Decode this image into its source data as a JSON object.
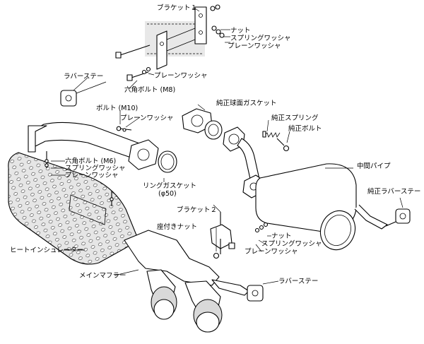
{
  "labels": {
    "bracket1": "ブラケット１",
    "nut_top": "ナット",
    "spring_washer_top": "スプリングワッシャ",
    "plain_washer_top": "プレーンワッシャ",
    "rubber_stay_left": "ラバーステー",
    "plain_washer_mid": "プレーンワッシャ",
    "hex_bolt_m8": "六角ボルト (M8)",
    "bolt_m10": "ボルト (M10)",
    "plain_washer_m10": "プレーンワッシャ",
    "genuine_gasket": "純正球面ガスケット",
    "genuine_spring": "純正スプリング",
    "genuine_bolt": "純正ボルト",
    "hex_bolt_m6": "六角ボルト (M6)",
    "spring_washer_m6": "スプリングワッシャ",
    "plain_washer_m6": "プレーンワッシャ",
    "ring_gasket": "リングガスケット",
    "ring_gasket_size": "(φ50)",
    "middle_pipe": "中間パイプ",
    "genuine_rubber_stay": "純正ラバーステー",
    "bracket2": "ブラケット２",
    "seat_nut": "座付きナット",
    "nut_right": "ナット",
    "spring_washer_right": "スプリングワッシャ",
    "plain_washer_right": "プレーンワッシャ",
    "heat_insulator": "ヒートインシュレーター",
    "main_muffler": "メインマフラー",
    "rubber_stay_right": "ラバーステー"
  }
}
